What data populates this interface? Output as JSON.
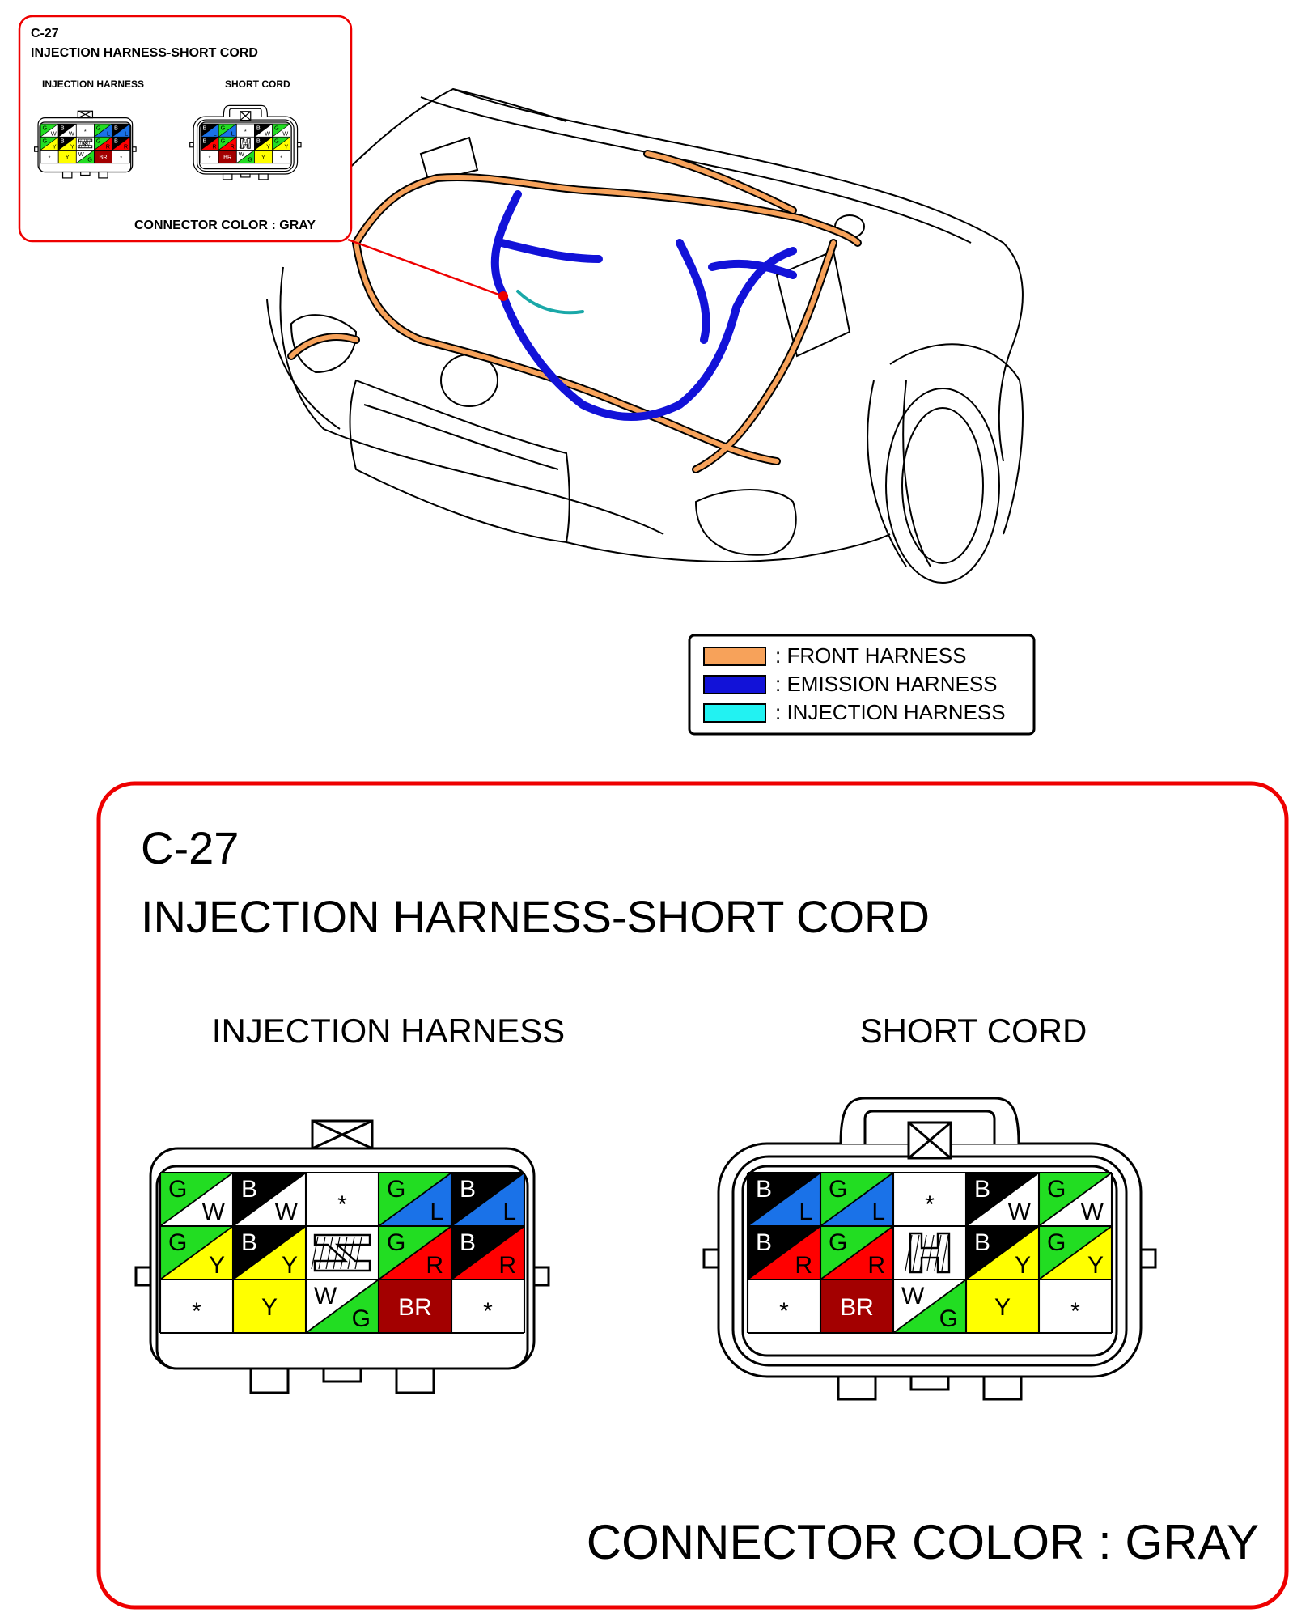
{
  "inset": {
    "code": "C-27",
    "title": "INJECTION HARNESS-SHORT CORD",
    "left_label": "INJECTION HARNESS",
    "right_label": "SHORT CORD",
    "connector_color": "CONNECTOR COLOR : GRAY"
  },
  "legend": {
    "items": [
      {
        "color": "#f7a25a",
        "label": ": FRONT HARNESS"
      },
      {
        "color": "#1212d8",
        "label": ": EMISSION HARNESS"
      },
      {
        "color": "#22f2f2",
        "label": ": INJECTION HARNESS"
      }
    ]
  },
  "detail": {
    "code": "C-27",
    "title": "INJECTION HARNESS-SHORT CORD",
    "left_label": "INJECTION HARNESS",
    "right_label": "SHORT CORD",
    "connector_color": "CONNECTOR COLOR : GRAY"
  },
  "colors": {
    "G": "#22dd22",
    "B": "#000000",
    "W": "#ffffff",
    "Y": "#ffff00",
    "L": "#1a72e8",
    "R": "#ff0000",
    "BR": "#a30000",
    "frame_red": "#ee0000",
    "front": "#f7a25a",
    "emission": "#1212d8",
    "injection": "#22f2f2"
  },
  "connectors": {
    "injection_harness": [
      [
        {
          "type": "split",
          "a": "G",
          "b": "W"
        },
        {
          "type": "split",
          "a": "B",
          "b": "W"
        },
        {
          "type": "star"
        },
        {
          "type": "split",
          "a": "G",
          "b": "L"
        },
        {
          "type": "split",
          "a": "B",
          "b": "L"
        }
      ],
      [
        {
          "type": "split",
          "a": "G",
          "b": "Y"
        },
        {
          "type": "split",
          "a": "B",
          "b": "Y"
        },
        {
          "type": "key"
        },
        {
          "type": "split",
          "a": "G",
          "b": "R"
        },
        {
          "type": "split",
          "a": "B",
          "b": "R"
        }
      ],
      [
        {
          "type": "star"
        },
        {
          "type": "solid",
          "a": "Y"
        },
        {
          "type": "split",
          "a": "W",
          "b": "G"
        },
        {
          "type": "solid",
          "a": "BR"
        },
        {
          "type": "star"
        }
      ]
    ],
    "short_cord": [
      [
        {
          "type": "split",
          "a": "B",
          "b": "L"
        },
        {
          "type": "split",
          "a": "G",
          "b": "L"
        },
        {
          "type": "star"
        },
        {
          "type": "split",
          "a": "B",
          "b": "W"
        },
        {
          "type": "split",
          "a": "G",
          "b": "W"
        }
      ],
      [
        {
          "type": "split",
          "a": "B",
          "b": "R"
        },
        {
          "type": "split",
          "a": "G",
          "b": "R"
        },
        {
          "type": "key"
        },
        {
          "type": "split",
          "a": "B",
          "b": "Y"
        },
        {
          "type": "split",
          "a": "G",
          "b": "Y"
        }
      ],
      [
        {
          "type": "star"
        },
        {
          "type": "solid",
          "a": "BR"
        },
        {
          "type": "split",
          "a": "W",
          "b": "G"
        },
        {
          "type": "solid",
          "a": "Y"
        },
        {
          "type": "star"
        }
      ]
    ]
  }
}
